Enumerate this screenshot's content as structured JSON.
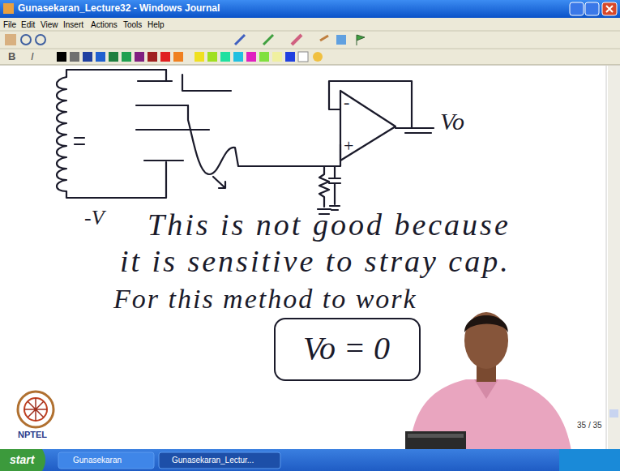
{
  "diagram": {
    "nodes": [
      {
        "text": [
          "Vo = 0"
        ]
      }
    ],
    "labels": [
      "Gunasekaran_Lecture32 - Windows Journal",
      "File",
      "Edit",
      "View",
      "Insert",
      "Actions",
      "Tools",
      "Help",
      "B",
      "I",
      "Vo",
      "-V",
      "This is not good because",
      "it is sensitive to stray cap.",
      "For this method to work",
      "35 / 35",
      "NPTEL",
      "start",
      "Gunasekaran",
      "Gunasekaran_Lectur...",
      "-",
      "+"
    ]
  }
}
